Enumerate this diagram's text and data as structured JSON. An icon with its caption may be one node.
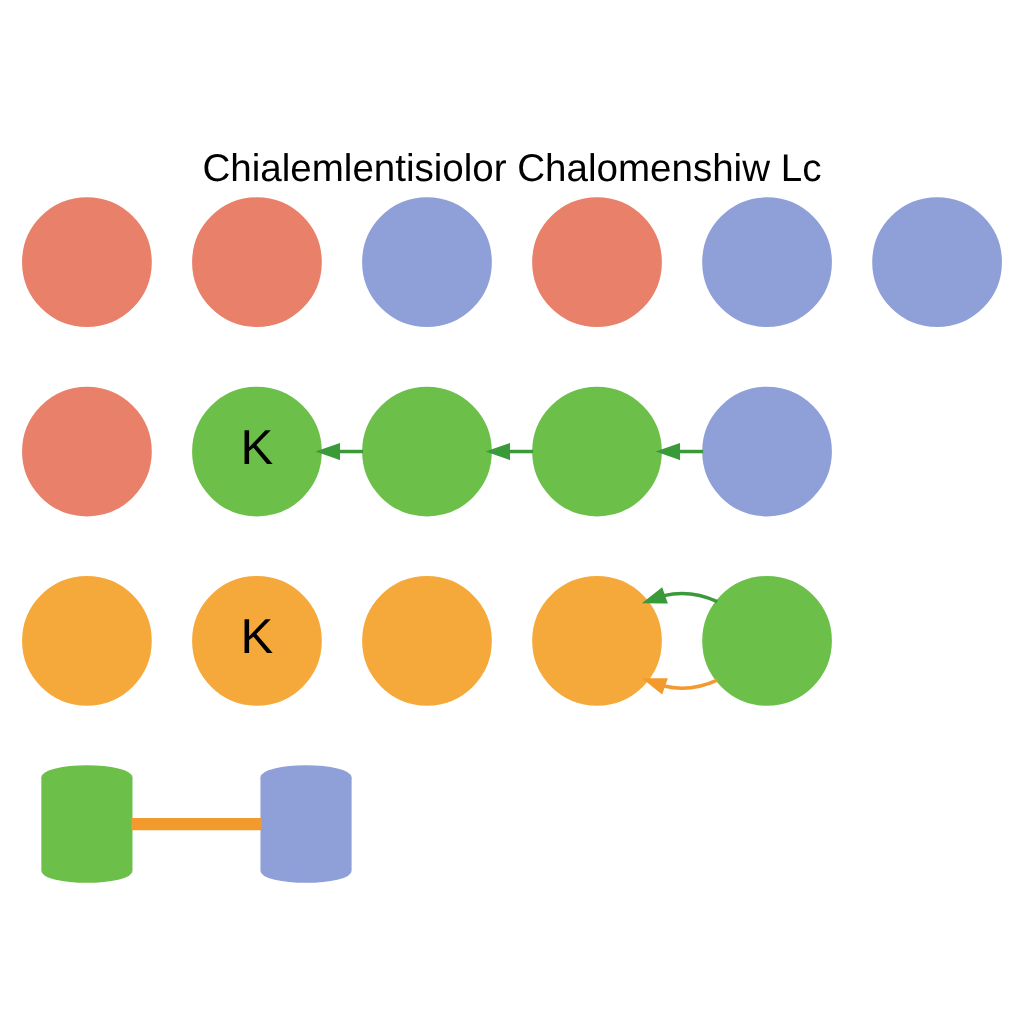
{
  "diagram": {
    "title": "Chialemlentisiolor Chalomenshiw Lc",
    "nodes": [
      {
        "text": [],
        "shape": "circle"
      },
      {
        "text": [],
        "shape": "circle"
      },
      {
        "text": [],
        "shape": "circle"
      },
      {
        "text": [],
        "shape": "circle"
      },
      {
        "text": [],
        "shape": "circle"
      },
      {
        "text": [],
        "shape": "circle"
      },
      {
        "text": [],
        "shape": "circle"
      },
      {
        "text": [
          "K"
        ]
      },
      {
        "text": [],
        "shape": "circle"
      },
      {
        "text": [],
        "shape": "circle"
      },
      {
        "text": [],
        "shape": "circle"
      },
      {
        "text": [],
        "shape": "circle"
      },
      {
        "text": [
          "K"
        ]
      },
      {
        "text": [],
        "shape": "circle"
      },
      {
        "text": [],
        "shape": "circle"
      },
      {
        "text": [],
        "shape": "circle"
      },
      {
        "text": [],
        "shape": "cylinder"
      },
      {
        "text": [],
        "shape": "cylinder"
      }
    ],
    "edges": [
      {
        "from": 8,
        "to": 7,
        "arrow": "to"
      },
      {
        "from": 9,
        "to": 8,
        "arrow": "to"
      },
      {
        "from": 10,
        "to": 9,
        "arrow": "to"
      },
      {
        "from": 15,
        "to": 14,
        "arrow": "to",
        "color": "#f39a2e"
      },
      {
        "from": 15,
        "to": 14,
        "arrow": "to"
      },
      {
        "from": 16,
        "to": 17,
        "arrow": "none",
        "color": "#f39a2e",
        "style": "thick"
      }
    ]
  }
}
